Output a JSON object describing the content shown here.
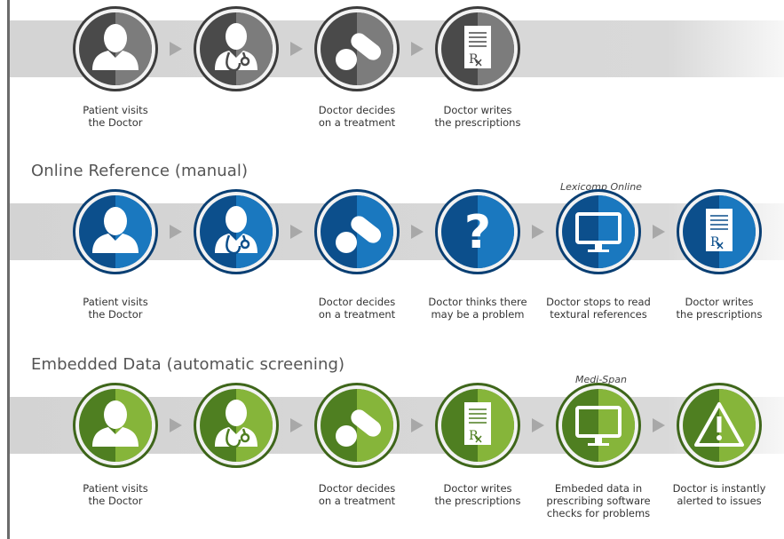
{
  "rows": [
    {
      "key": "basic",
      "title": "",
      "source": "",
      "theme": {
        "dark": "#4a4a4a",
        "light": "#7c7c7c",
        "ring": "#f2f2f2",
        "outer": "#3c3c3c"
      },
      "steps": [
        {
          "icon": "patient-icon",
          "caption": [
            "Patient visits",
            "the Doctor"
          ]
        },
        {
          "icon": "doctor-icon",
          "caption": []
        },
        {
          "icon": "pill-icon",
          "caption": [
            "Doctor decides",
            "on a treatment"
          ]
        },
        {
          "icon": "prescription-icon",
          "caption": [
            "Doctor writes",
            "the prescriptions"
          ]
        }
      ]
    },
    {
      "key": "online",
      "title": "Online Reference (manual)",
      "source": "Lexicomp Online",
      "source_step": 4,
      "theme": {
        "dark": "#0c4f8c",
        "light": "#1a78bf",
        "ring": "#f2f2f2",
        "outer": "#0a3f73"
      },
      "steps": [
        {
          "icon": "patient-icon",
          "caption": [
            "Patient visits",
            "the Doctor"
          ]
        },
        {
          "icon": "doctor-icon",
          "caption": []
        },
        {
          "icon": "pill-icon",
          "caption": [
            "Doctor decides",
            "on a treatment"
          ]
        },
        {
          "icon": "question-icon",
          "caption": [
            "Doctor thinks there",
            "may be a problem"
          ]
        },
        {
          "icon": "monitor-icon",
          "caption": [
            "Doctor stops to read",
            "textural references"
          ]
        },
        {
          "icon": "prescription-icon",
          "caption": [
            "Doctor writes",
            "the prescriptions"
          ]
        }
      ]
    },
    {
      "key": "embedded",
      "title": "Embedded Data (automatic screening)",
      "source": "Medi-Span",
      "source_step": 4,
      "theme": {
        "dark": "#4f7f21",
        "light": "#86b53a",
        "ring": "#f2f2f2",
        "outer": "#3e661a"
      },
      "steps": [
        {
          "icon": "patient-icon",
          "caption": [
            "Patient visits",
            "the Doctor"
          ]
        },
        {
          "icon": "doctor-icon",
          "caption": []
        },
        {
          "icon": "pill-icon",
          "caption": [
            "Doctor decides",
            "on a treatment"
          ]
        },
        {
          "icon": "prescription-icon",
          "caption": [
            "Doctor writes",
            "the prescriptions"
          ]
        },
        {
          "icon": "monitor-icon",
          "caption": [
            "Embeded data in",
            "prescribing software",
            "checks for problems"
          ]
        },
        {
          "icon": "warning-icon",
          "caption": [
            "Doctor is instantly",
            "alerted to issues"
          ]
        }
      ]
    }
  ],
  "arrow_color": "#a8a8a8",
  "icon_fill": "#ffffff"
}
